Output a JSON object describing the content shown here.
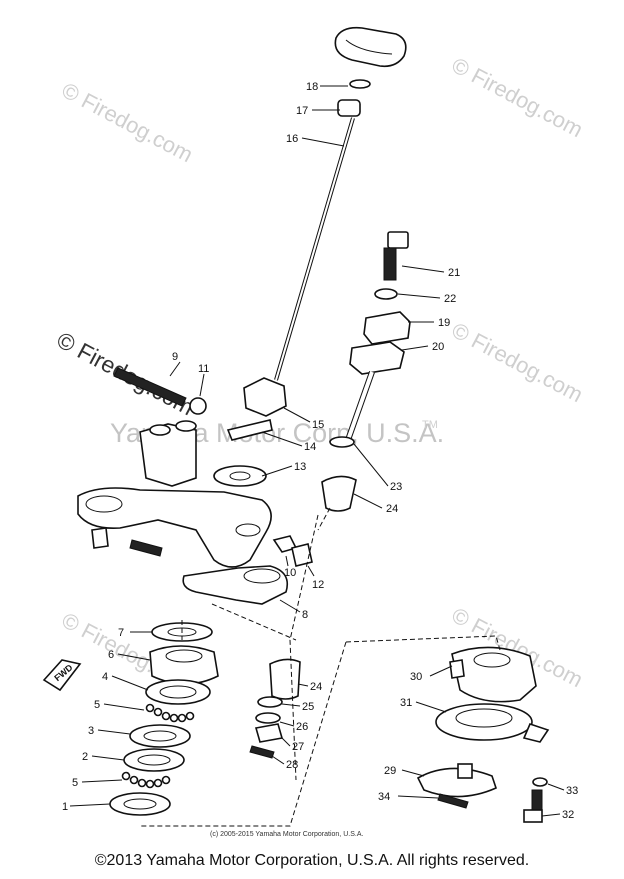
{
  "watermarks": {
    "top_left": "© Firedog.com",
    "top_right": "© Firedog.com",
    "mid_left": "© Firedog.com",
    "mid_right": "© Firedog.com",
    "low_left": "© Firedog.com",
    "low_right": "© Firedog.com",
    "center": "Yamaha Motor Corp, U.S.A.",
    "trademark": "TM"
  },
  "fwd_label": "FWD",
  "callouts": {
    "c1": "1",
    "c2": "2",
    "c3": "3",
    "c4": "4",
    "c5a": "5",
    "c5b": "5",
    "c6": "6",
    "c7": "7",
    "c8": "8",
    "c9": "9",
    "c10": "10",
    "c11": "11",
    "c12": "12",
    "c13": "13",
    "c14": "14",
    "c15": "15",
    "c16": "16",
    "c17": "17",
    "c18": "18",
    "c19": "19",
    "c20": "20",
    "c21": "21",
    "c22": "22",
    "c23": "23",
    "c24a": "24",
    "c24b": "24",
    "c25": "25",
    "c26": "26",
    "c27": "27",
    "c28": "28",
    "c29": "29",
    "c30": "30",
    "c31": "31",
    "c32": "32",
    "c33": "33",
    "c34": "34"
  },
  "small_copyright": "(c) 2005-2015 Yamaha Motor Corporation, U.S.A.",
  "footer_copyright": "©2013 Yamaha Motor Corporation, U.S.A. All rights reserved."
}
